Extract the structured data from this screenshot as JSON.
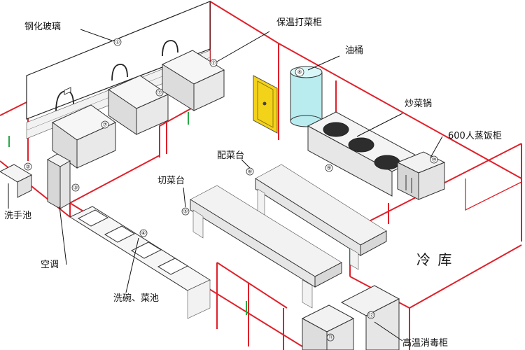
{
  "labels": {
    "glass": "钢化玻璃",
    "warm_cabinet": "保温打菜柜",
    "oil_drum": "油桶",
    "wok": "炒菜锅",
    "rice_steamer": "600人蒸饭柜",
    "prep_table": "配菜台",
    "cutting_table": "切菜台",
    "hand_sink": "洗手池",
    "air_con": "空调",
    "wash_sink": "洗碗、菜池",
    "cold_storage": "冷 库",
    "sterilizer": "高温消毒柜"
  },
  "markers": [
    "①",
    "②",
    "③",
    "④",
    "⑤",
    "⑥",
    "⑦",
    "⑧",
    "⑨",
    "⑩",
    "⑪",
    "⑫"
  ],
  "colors": {
    "wall": "#e0202a",
    "oil_drum": "#b9ecef",
    "door": "#f3d21a",
    "outline": "#333333"
  }
}
